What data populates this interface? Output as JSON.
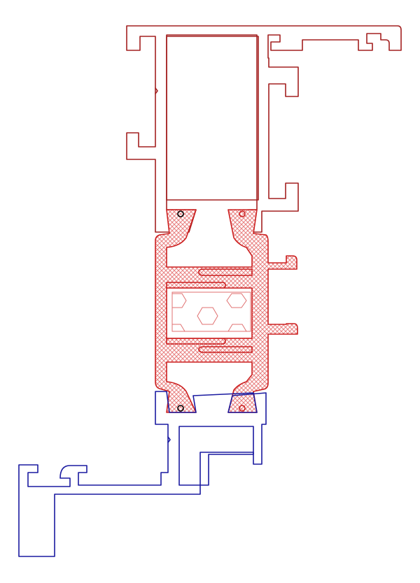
{
  "colors": {
    "upper_profile": "#a32020",
    "thermal_break_stroke": "#cc2020",
    "thermal_break_hatch": "#e88080",
    "lower_profile": "#1a1aa0",
    "background": "#ffffff"
  },
  "parts": {
    "upper_profile": "upper-aluminium-profile",
    "thermal_break": "thermal-break-insulation",
    "lower_profile": "lower-aluminium-profile"
  }
}
